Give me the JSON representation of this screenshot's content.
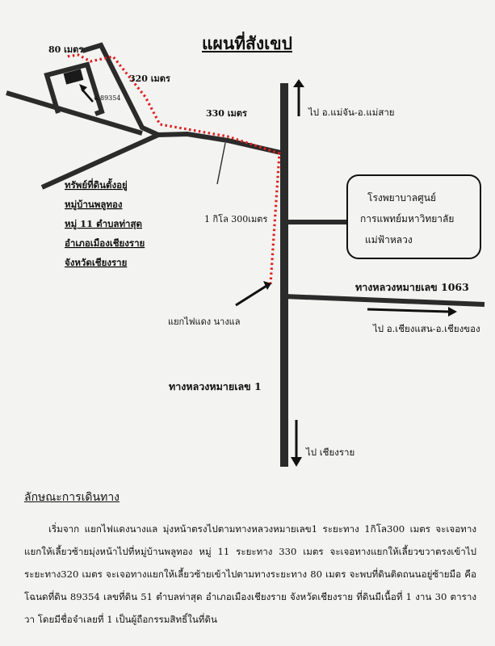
{
  "title": "แผนที่สังเขป",
  "labels": {
    "dist_80": "80 เมตร",
    "dist_320": "320 เมตร",
    "dist_330": "330 เมตร",
    "dist_1k300": "1 กิโล 300เมตร",
    "parcel": "ฉ.89354",
    "to_maechan": "ไป อ.แม่จัน-อ.แม่สาย",
    "to_chiangrai": "ไป เชียงราย",
    "to_chiangsaen": "ไป อ.เชียงแสน-อ.เชียงของ",
    "highway_1063": "ทางหลวงหมายเลข 1063",
    "highway_1": "ทางหลวงหมายเลข 1",
    "junction": "แยกไฟแดง นางแล"
  },
  "hospital": {
    "line1": "โรงพยาบาลศูนย์",
    "line2": "การแพทย์มหาวิทยาลัย",
    "line3": "แม่ฟ้าหลวง"
  },
  "property": {
    "line1": "ทรัพย์ที่ดินตั้งอยู่",
    "line2": "หมู่บ้านพลูทอง",
    "line3": "หมู่ 11 ตำบลท่าสุด",
    "line4": "อำเภอเมืองเชียงราย",
    "line5": "จังหวัดเชียงราย"
  },
  "description": {
    "heading": "ลักษณะการเดินทาง",
    "text": "เริ่มจาก แยกไฟแดงนางแล มุ่งหน้าตรงไปตามทางหลวงหมายเลข1 ระยะทาง 1กิโล300 เมตร จะเจอทางแยกให้เลี้ยวซ้ายมุ่งหน้าไปที่หมู่บ้านพลูทอง หมู่ 11 ระยะทาง 330 เมตร จะเจอทางแยกให้เลี้ยวขวาตรงเข้าไประยะทาง320 เมตร จะเจอทางแยกให้เลี้ยวซ้ายเข้าไปตามทางระยะทาง 80 เมตร จะพบที่ดินติดถนนอยู่ซ้ายมือ คือ โฉนดที่ดิน 89354 เลขที่ดิน 51 ตำบลท่าสุด อำเภอเมืองเชียงราย จังหวัดเชียงราย ที่ดินมีเนื้อที่ 1 งาน 30 ตารางวา โดยมีชื่อจำเลยที่ 1 เป็นผู้ถือกรรมสิทธิ์ในที่ดิน"
  }
}
